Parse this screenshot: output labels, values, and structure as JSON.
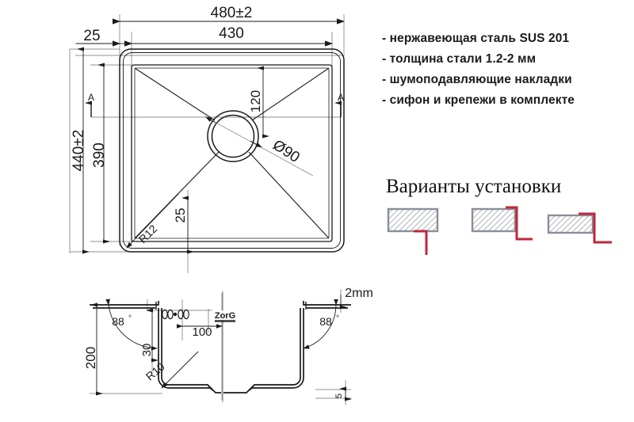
{
  "document": {
    "type": "technical-drawing",
    "subject": "kitchen-sink",
    "brand_logo_text": "ZorG"
  },
  "specs": {
    "items": [
      "- нержавеющая сталь SUS 201",
      "- толщина стали 1.2-2 мм",
      "- шумоподавляющие накладки",
      "- сифон и крепежи в комплекте"
    ]
  },
  "variants": {
    "title": "Варианты установки",
    "options": [
      {
        "name": "undermount",
        "label": ""
      },
      {
        "name": "flushmount",
        "label": ""
      },
      {
        "name": "overmount",
        "label": ""
      }
    ],
    "colors": {
      "counter_stroke": "#8a8f98",
      "hatch": "#9aa0a8",
      "step_line": "#c0263b"
    }
  },
  "top_view": {
    "name": "top-view",
    "dimensions": {
      "overall_width": "480±2",
      "bowl_width": "430",
      "left_flange": "25",
      "overall_height": "440±2",
      "bowl_height": "390",
      "drain_from_top": "120",
      "drain_diameter": "Ø90",
      "bottom_offset": "25",
      "corner_radius": "R12"
    },
    "section_markers": {
      "left": "A",
      "right": "A"
    }
  },
  "section_view": {
    "name": "section-view-A-A",
    "dimensions": {
      "depth": "200",
      "wall_angle_left": "88",
      "wall_angle_right": "88",
      "top_step": "30",
      "overflow_offset": "100",
      "bottom_radius": "R10",
      "rim_thickness": "2mm",
      "base_lip": "5"
    },
    "degree_symbol": "°",
    "overflow_symbol": "00·00"
  },
  "style": {
    "line_color": "#1a1a1a",
    "thin_line_color": "#6b6b6b",
    "background": "#ffffff"
  }
}
